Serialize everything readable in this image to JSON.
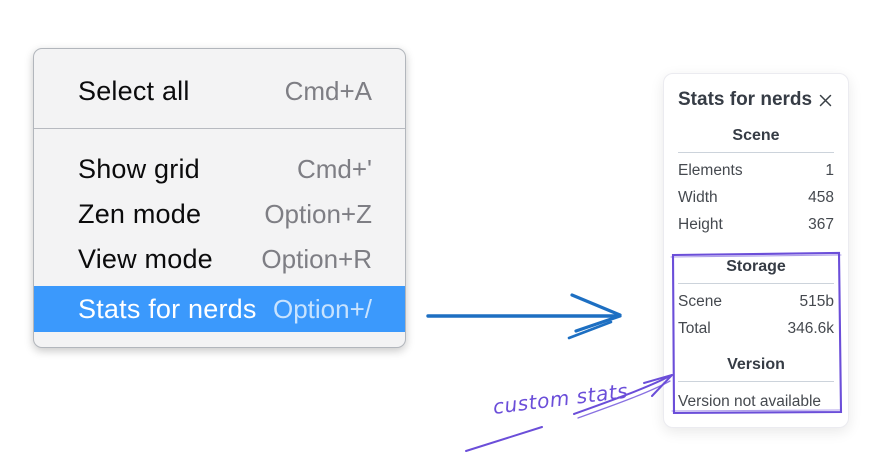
{
  "menu": {
    "sections": [
      {
        "items": [
          {
            "label": "Select all",
            "shortcut": "Cmd+A"
          }
        ]
      },
      {
        "items": [
          {
            "label": "Show grid",
            "shortcut": "Cmd+'"
          },
          {
            "label": "Zen mode",
            "shortcut": "Option+Z"
          },
          {
            "label": "View mode",
            "shortcut": "Option+R"
          },
          {
            "label": "Stats for nerds",
            "shortcut": "Option+/",
            "highlighted": true
          }
        ]
      }
    ]
  },
  "stats_panel": {
    "title": "Stats for nerds",
    "close_icon": "close-x",
    "sections": [
      {
        "header": "Scene",
        "rows": [
          {
            "label": "Elements",
            "value": "1"
          },
          {
            "label": "Width",
            "value": "458"
          },
          {
            "label": "Height",
            "value": "367"
          }
        ]
      },
      {
        "header": "Storage",
        "rows": [
          {
            "label": "Scene",
            "value": "515b"
          },
          {
            "label": "Total",
            "value": "346.6k"
          }
        ]
      },
      {
        "header": "Version",
        "message": "Version not available"
      }
    ]
  },
  "annotations": {
    "custom_stats_label": "custom stats"
  },
  "colors": {
    "menu_highlight_blue": "#3b99fc",
    "flow_arrow_blue": "#1d6fc2",
    "annotation_purple": "#6b4ed9"
  }
}
